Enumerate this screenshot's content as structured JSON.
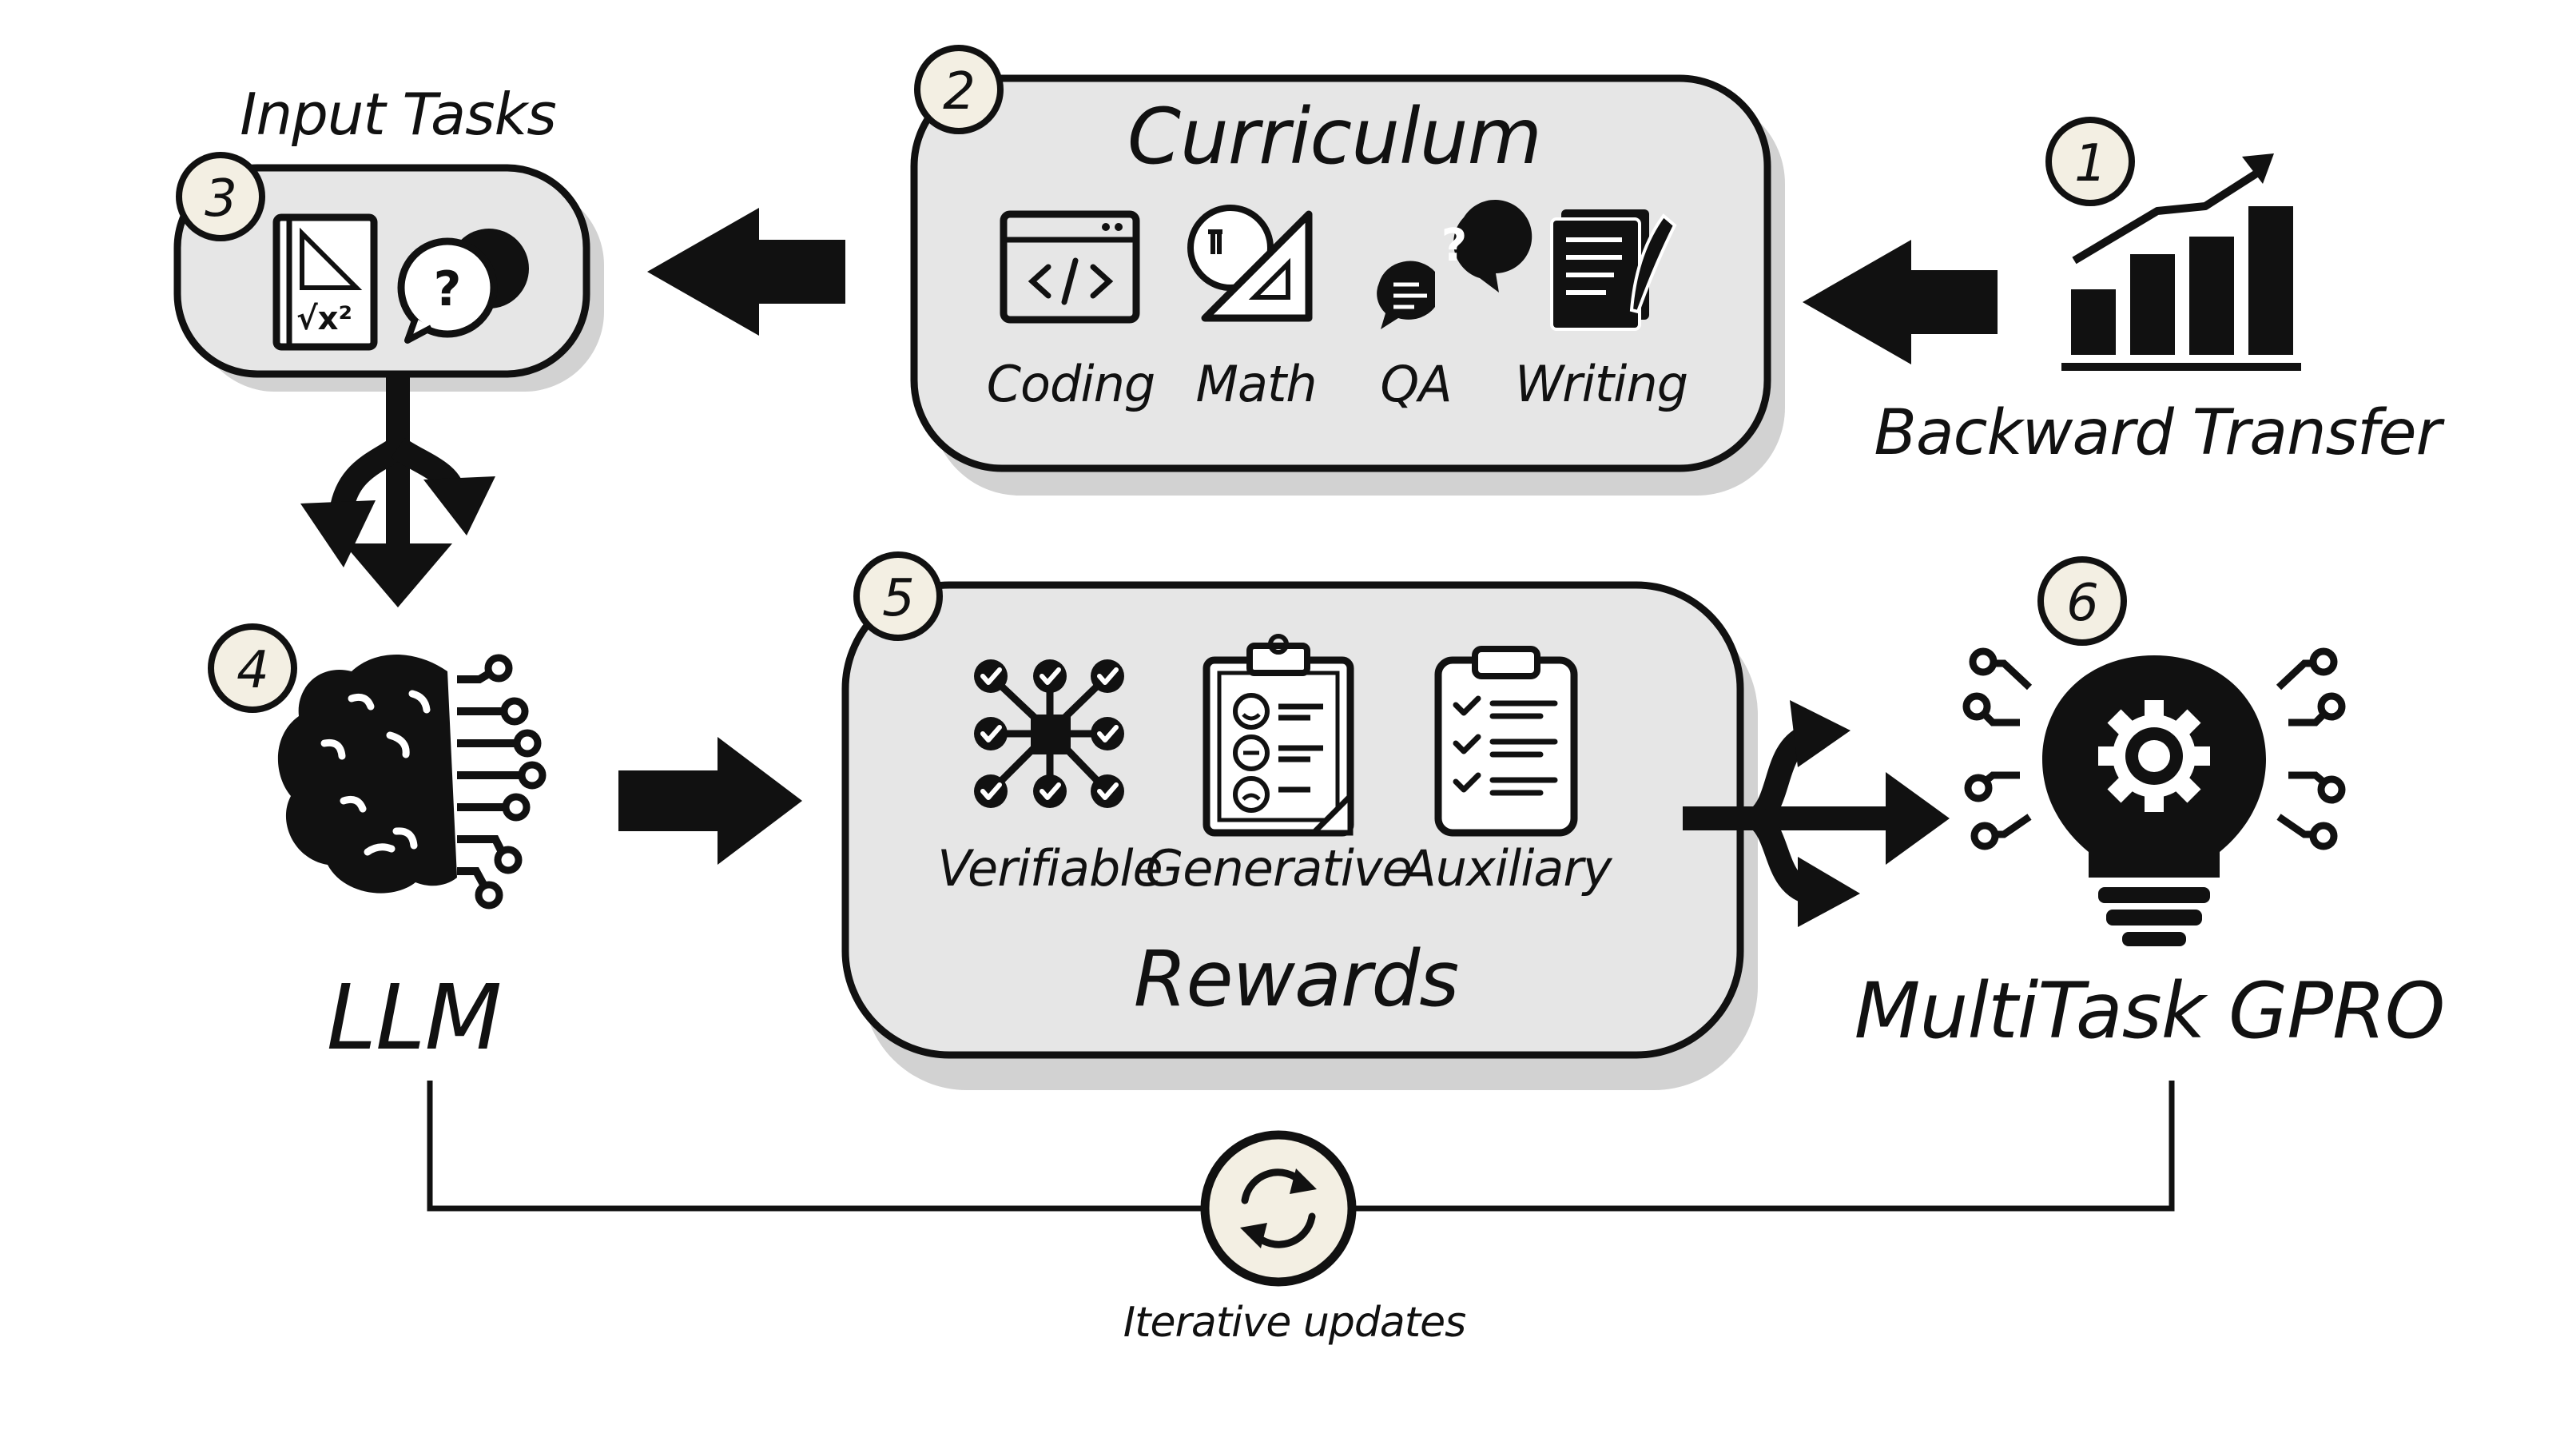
{
  "colors": {
    "ink": "#111111",
    "box_fill": "#e6e6e6",
    "shadow": "#d2d2d2",
    "badge_fill": "#f3efe3",
    "background": "#ffffff"
  },
  "step1": {
    "badge": "1",
    "label": "Backward Transfer",
    "icon": "bar-chart-growth-icon"
  },
  "step2": {
    "badge": "2",
    "title": "Curriculum",
    "items": [
      {
        "label": "Coding",
        "icon": "code-window-icon"
      },
      {
        "label": "Math",
        "icon": "math-ruler-icon"
      },
      {
        "label": "QA",
        "icon": "question-chat-icon"
      },
      {
        "label": "Writing",
        "icon": "document-quill-icon"
      }
    ]
  },
  "step3": {
    "badge": "3",
    "title": "Input Tasks",
    "icons": [
      "math-book-icon",
      "question-bubbles-icon"
    ]
  },
  "step4": {
    "badge": "4",
    "label": "LLM",
    "icon": "circuit-brain-icon"
  },
  "step5": {
    "badge": "5",
    "title": "Rewards",
    "items": [
      {
        "label": "Verifiable",
        "icon": "check-network-icon"
      },
      {
        "label": "Generative",
        "icon": "feedback-clipboard-icon"
      },
      {
        "label": "Auxiliary",
        "icon": "checklist-clipboard-icon"
      }
    ]
  },
  "step6": {
    "badge": "6",
    "label": "MultiTask GPRO",
    "icon": "gear-lightbulb-icon"
  },
  "loop": {
    "label": "Iterative updates",
    "icon": "refresh-cycle-icon"
  }
}
